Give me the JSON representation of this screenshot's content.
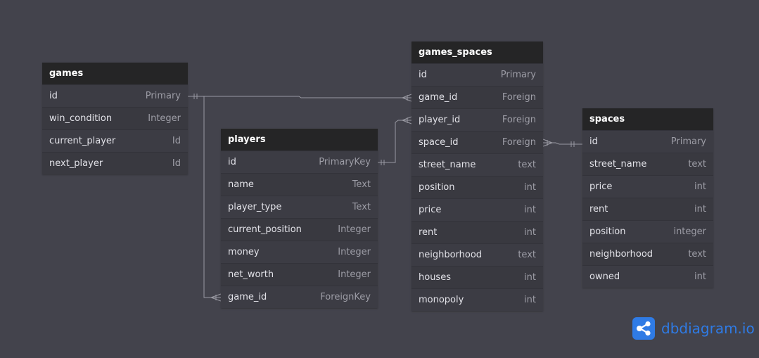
{
  "tables": {
    "games": {
      "name": "games",
      "rows": [
        {
          "field": "id",
          "type": "Primary"
        },
        {
          "field": "win_condition",
          "type": "Integer"
        },
        {
          "field": "current_player",
          "type": "Id"
        },
        {
          "field": "next_player",
          "type": "Id"
        }
      ]
    },
    "players": {
      "name": "players",
      "rows": [
        {
          "field": "id",
          "type": "PrimaryKey"
        },
        {
          "field": "name",
          "type": "Text"
        },
        {
          "field": "player_type",
          "type": "Text"
        },
        {
          "field": "current_position",
          "type": "Integer"
        },
        {
          "field": "money",
          "type": "Integer"
        },
        {
          "field": "net_worth",
          "type": "Integer"
        },
        {
          "field": "game_id",
          "type": "ForeignKey"
        }
      ]
    },
    "games_spaces": {
      "name": "games_spaces",
      "rows": [
        {
          "field": "id",
          "type": "Primary"
        },
        {
          "field": "game_id",
          "type": "Foreign"
        },
        {
          "field": "player_id",
          "type": "Foreign"
        },
        {
          "field": "space_id",
          "type": "Foreign"
        },
        {
          "field": "street_name",
          "type": "text"
        },
        {
          "field": "position",
          "type": "int"
        },
        {
          "field": "price",
          "type": "int"
        },
        {
          "field": "rent",
          "type": "int"
        },
        {
          "field": "neighborhood",
          "type": "text"
        },
        {
          "field": "houses",
          "type": "int"
        },
        {
          "field": "monopoly",
          "type": "int"
        }
      ]
    },
    "spaces": {
      "name": "spaces",
      "rows": [
        {
          "field": "id",
          "type": "Primary"
        },
        {
          "field": "street_name",
          "type": "text"
        },
        {
          "field": "price",
          "type": "int"
        },
        {
          "field": "rent",
          "type": "int"
        },
        {
          "field": "position",
          "type": "integer"
        },
        {
          "field": "neighborhood",
          "type": "text"
        },
        {
          "field": "owned",
          "type": "int"
        }
      ]
    }
  },
  "brand": {
    "name": "dbdiagram.io",
    "icon": "share-nodes-icon",
    "color": "#2f7be5"
  },
  "colors": {
    "background": "#43434c",
    "header": "#252526",
    "connector": "#9a9aa3"
  }
}
